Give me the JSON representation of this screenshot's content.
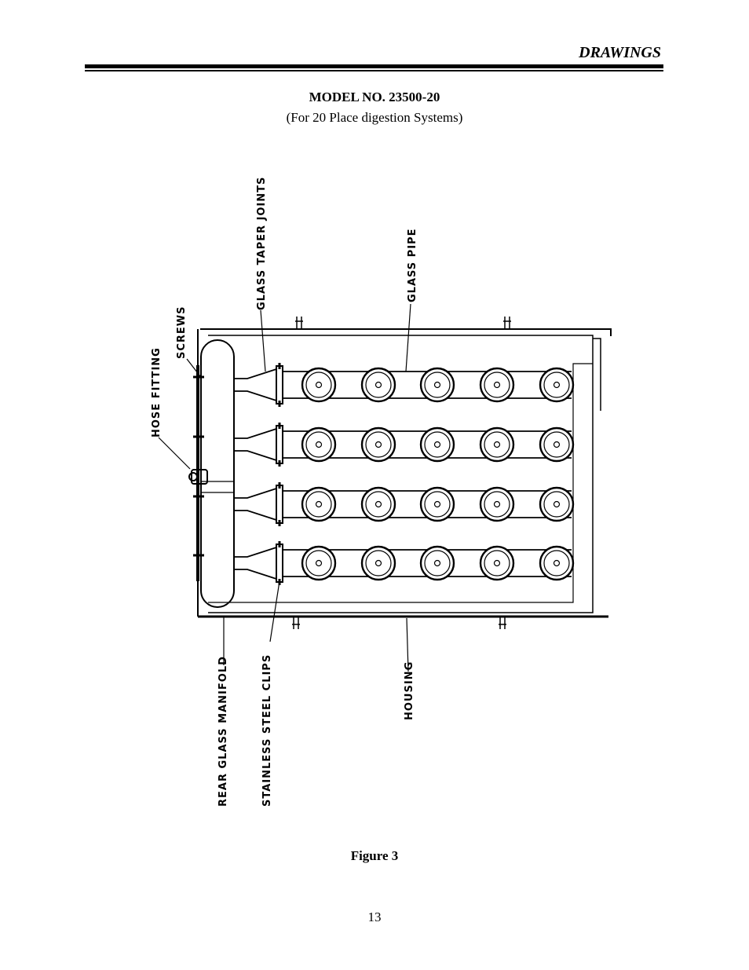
{
  "header": {
    "section_title": "DRAWINGS"
  },
  "document": {
    "model_title": "MODEL NO. 23500-20",
    "model_subtitle": "(For 20 Place digestion Systems)"
  },
  "figure": {
    "labels": {
      "glass_taper_joints": "GLASS  TAPER  JOINTS",
      "glass_pipe": "GLASS  PIPE",
      "screws": "SCREWS",
      "hose_fitting": "HOSE  FITTING",
      "rear_glass_manifold": "REAR  GLASS  MANIFOLD",
      "stainless_steel_clips": "STAINLESS  STEEL  CLIPS",
      "housing": "HOUSING"
    },
    "caption": "Figure 3"
  },
  "footer": {
    "page_number": "13"
  }
}
